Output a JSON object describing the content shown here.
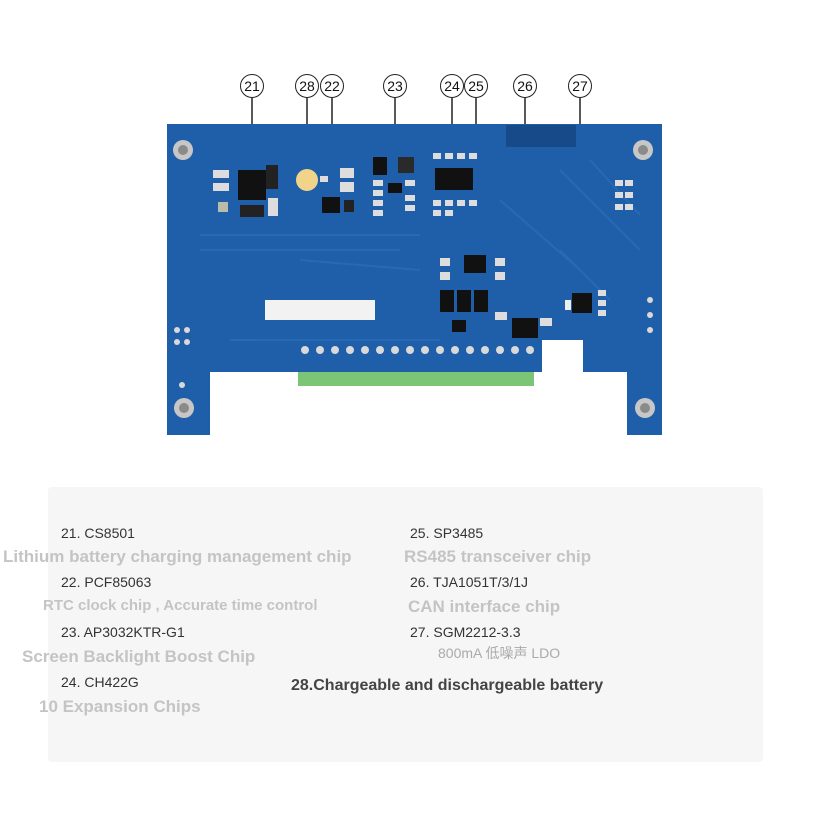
{
  "callouts": [
    {
      "num": "21"
    },
    {
      "num": "28"
    },
    {
      "num": "22"
    },
    {
      "num": "23"
    },
    {
      "num": "24"
    },
    {
      "num": "25"
    },
    {
      "num": "26"
    },
    {
      "num": "27"
    }
  ],
  "legend": {
    "items": [
      {
        "title": "21. CS8501",
        "desc": "Lithium battery charging management chip"
      },
      {
        "title": "22. PCF85063",
        "desc": "RTC clock chip , Accurate time control"
      },
      {
        "title": "23. AP3032KTR-G1",
        "desc": "Screen Backlight Boost Chip"
      },
      {
        "title": "24. CH422G",
        "desc": "10 Expansion Chips"
      },
      {
        "title": "25. SP3485",
        "desc": "RS485 transceiver chip"
      },
      {
        "title": "26. TJA1051T/3/1J",
        "desc": "CAN interface chip"
      },
      {
        "title": "27. SGM2212-3.3",
        "desc": "800mA 低噪声 LDO"
      }
    ],
    "battery_note": "28.Chargeable and dischargeable battery"
  },
  "colors": {
    "board": "#1f5ea8",
    "board_dark": "#174a88",
    "terminal": "#7cc576"
  }
}
